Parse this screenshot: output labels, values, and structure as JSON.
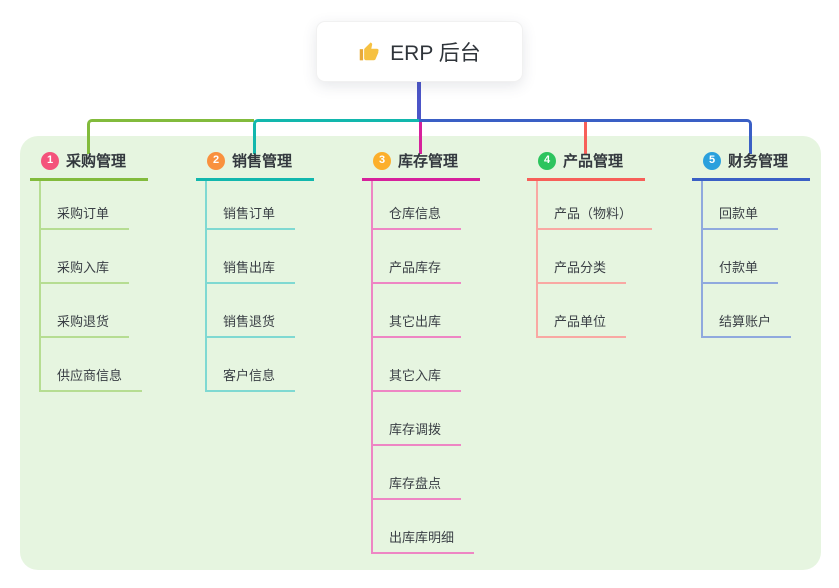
{
  "root": {
    "title": "ERP 后台",
    "icon": "thumbs-up-icon"
  },
  "branches": [
    {
      "num": "1",
      "label": "采购管理",
      "items": [
        "采购订单",
        "采购入库",
        "采购退货",
        "供应商信息"
      ],
      "badge_color": "#f4537b",
      "line_color": "#82bb3c",
      "sub_line_color": "#b6dd92"
    },
    {
      "num": "2",
      "label": "销售管理",
      "items": [
        "销售订单",
        "销售出库",
        "销售退货",
        "客户信息"
      ],
      "badge_color": "#f9913e",
      "line_color": "#12b7ad",
      "sub_line_color": "#7fd9d2"
    },
    {
      "num": "3",
      "label": "库存管理",
      "items": [
        "仓库信息",
        "产品库存",
        "其它出库",
        "其它入库",
        "库存调拨",
        "库存盘点",
        "出库库明细"
      ],
      "badge_color": "#fcaf2b",
      "line_color": "#d6219c",
      "sub_line_color": "#ee86c4"
    },
    {
      "num": "4",
      "label": "产品管理",
      "items": [
        "产品（物料）",
        "产品分类",
        "产品单位"
      ],
      "badge_color": "#2dc45e",
      "line_color": "#f75f59",
      "sub_line_color": "#f9a8a3"
    },
    {
      "num": "5",
      "label": "财务管理",
      "items": [
        "回款单",
        "付款单",
        "结算账户"
      ],
      "badge_color": "#2aa0dd",
      "line_color": "#3a5fc5",
      "sub_line_color": "#90a9de"
    }
  ],
  "colors": {
    "panel_bg": "#e6f5e0",
    "root_stem": "#4c55c8",
    "icon_yellow": "#f6c142",
    "text": "#33383e"
  }
}
